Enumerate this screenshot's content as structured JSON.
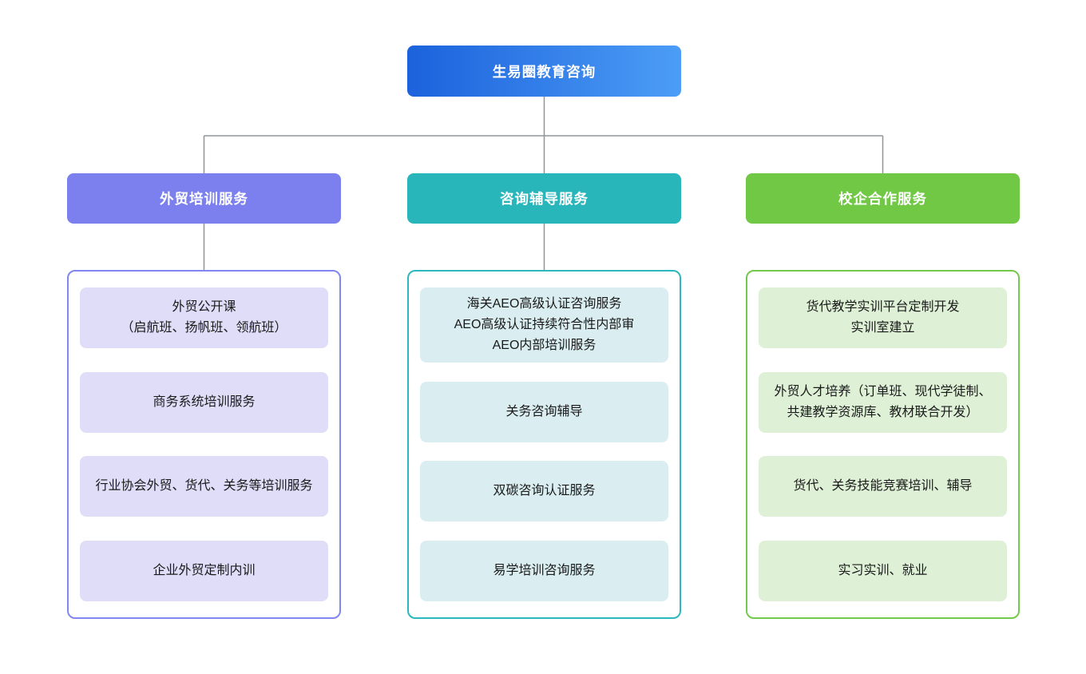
{
  "root": {
    "label": "生易圈教育咨询"
  },
  "branches": [
    {
      "label": "外贸培训服务",
      "header_color": "#7b80ee",
      "border_color": "#8286f1",
      "item_bg": "#dfddf8",
      "items": [
        "外贸公开课\n（启航班、扬帆班、领航班）",
        "商务系统培训服务",
        "行业协会外贸、货代、关务等培训服务",
        "企业外贸定制内训"
      ]
    },
    {
      "label": "咨询辅导服务",
      "header_color": "#29b6bb",
      "border_color": "#2cb8be",
      "item_bg": "#daeef1",
      "items": [
        "海关AEO高级认证咨询服务\nAEO高级认证持续符合性内部审\nAEO内部培训服务",
        "关务咨询辅导",
        "双碳咨询认证服务",
        "易学培训咨询服务"
      ]
    },
    {
      "label": "校企合作服务",
      "header_color": "#70c845",
      "border_color": "#72c94b",
      "item_bg": "#def1d7",
      "items": [
        "货代教学实训平台定制开发\n实训室建立",
        "外贸人才培养（订单班、现代学徒制、共建教学资源库、教材联合开发）",
        "货代、关务技能竞赛培训、辅导",
        "实习实训、就业"
      ]
    }
  ],
  "colors": {
    "root_gradient_start": "#1b62dc",
    "root_gradient_end": "#4c9df6",
    "connector_line": "#8f959b",
    "background": "#ffffff",
    "item_text": "#1a1a1a",
    "node_text": "#ffffff"
  }
}
